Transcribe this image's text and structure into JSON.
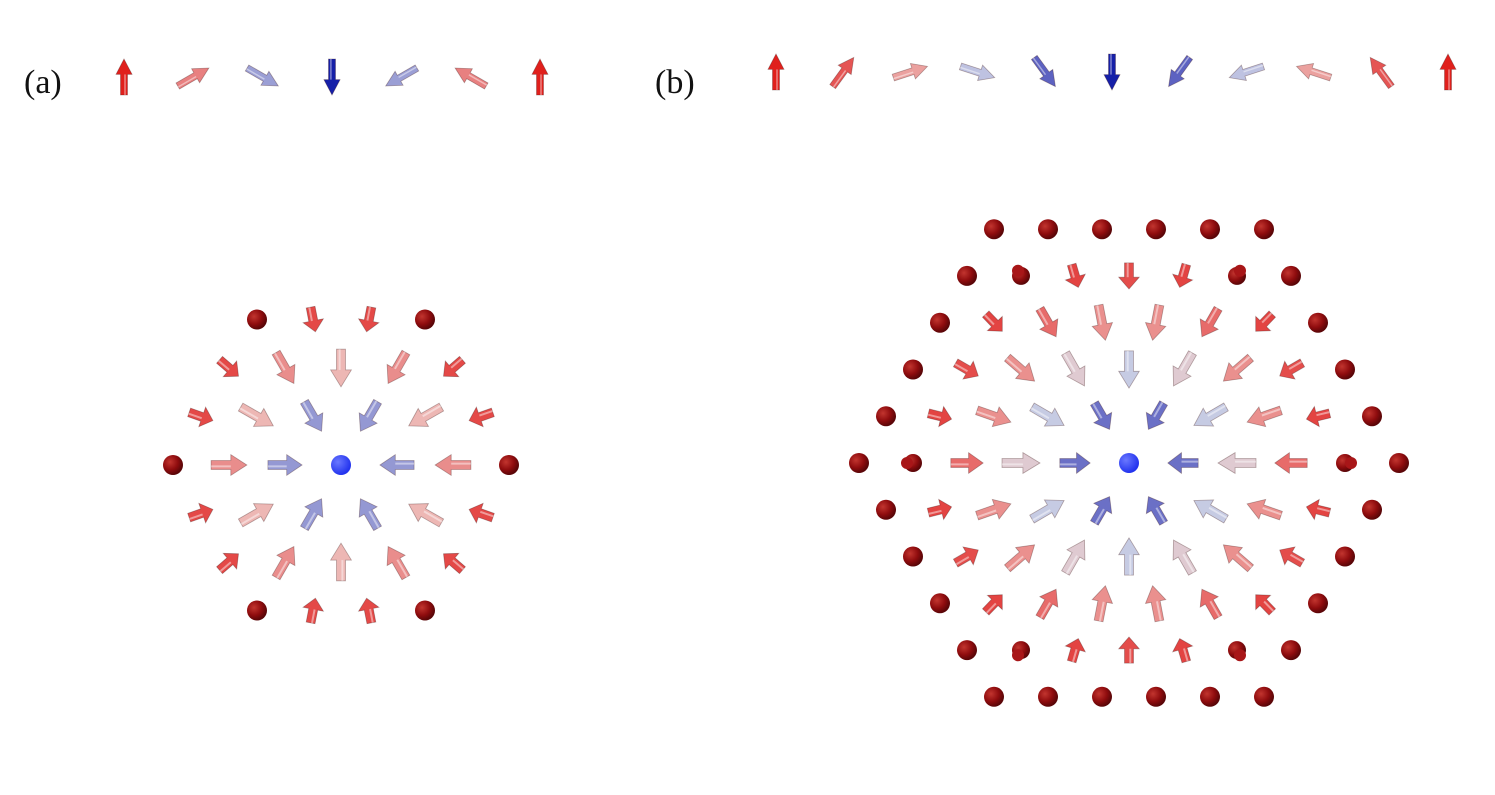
{
  "panels": [
    {
      "label": "(a)",
      "chain_arrows": 7,
      "rings": 3,
      "center_color": "#3a4cff"
    },
    {
      "label": "(b)",
      "chain_arrows": 11,
      "rings": 5,
      "center_color": "#3a4cff"
    }
  ],
  "colors": {
    "up_red": "#e0201c",
    "mid_red": "#e77070",
    "pale": "#eec8c4",
    "light_blue": "#c8cde4",
    "mid_blue": "#6f73c7",
    "dark_blue": "#1620a8",
    "dot_red": "#9e0d10",
    "center_dot": "#3a4cff"
  }
}
